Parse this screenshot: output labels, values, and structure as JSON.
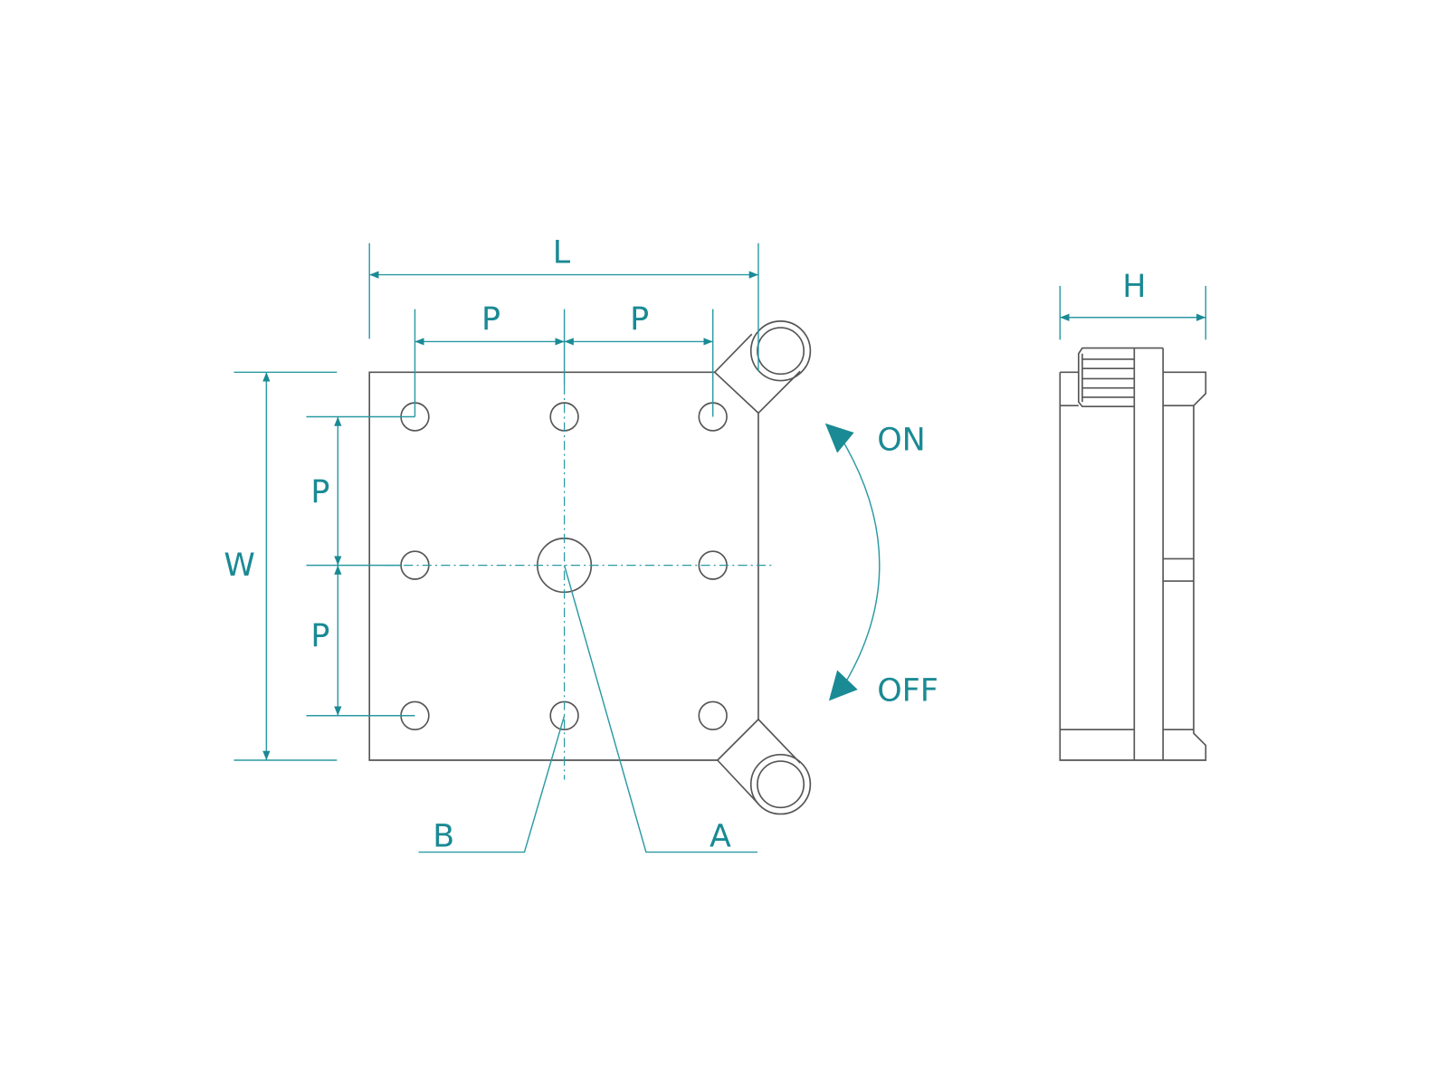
{
  "labels": {
    "length": "L",
    "width": "W",
    "height": "H",
    "pitch": "P",
    "center_hole": "A",
    "mount_hole": "B",
    "on": "ON",
    "off": "OFF"
  },
  "colors": {
    "dimension": "#1a8a94",
    "part_outline": "#555555"
  }
}
